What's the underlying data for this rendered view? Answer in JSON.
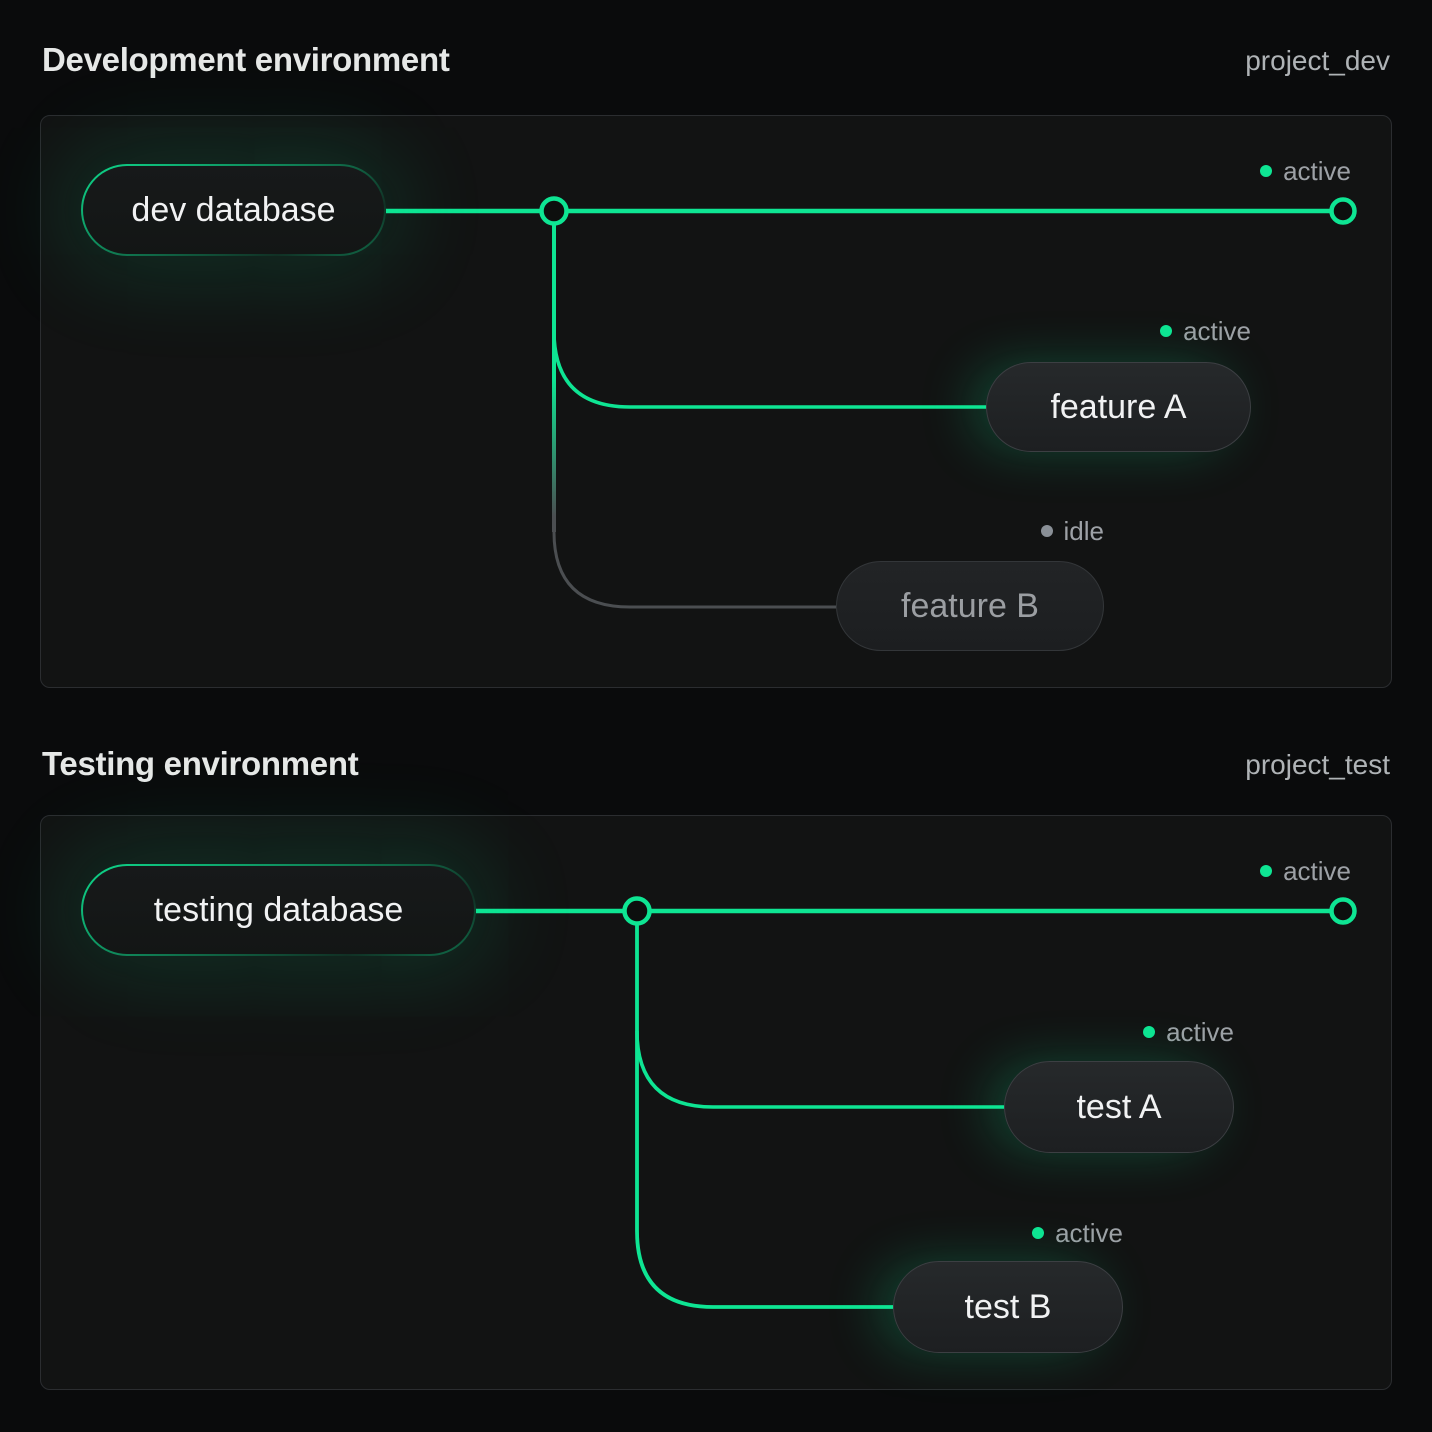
{
  "colors": {
    "accent": "#0ee593",
    "idle_line": "#4b4e51",
    "status_text": "#9da1a6",
    "idle_dot": "#8a9097",
    "panel_border": "#2b2d30"
  },
  "panels": [
    {
      "title": "Development environment",
      "project": "project_dev",
      "main_status": "active",
      "root": {
        "label": "dev database"
      },
      "branches": [
        {
          "label": "feature A",
          "status": "active"
        },
        {
          "label": "feature B",
          "status": "idle"
        }
      ]
    },
    {
      "title": "Testing environment",
      "project": "project_test",
      "main_status": "active",
      "root": {
        "label": "testing database"
      },
      "branches": [
        {
          "label": "test A",
          "status": "active"
        },
        {
          "label": "test B",
          "status": "active"
        }
      ]
    }
  ]
}
